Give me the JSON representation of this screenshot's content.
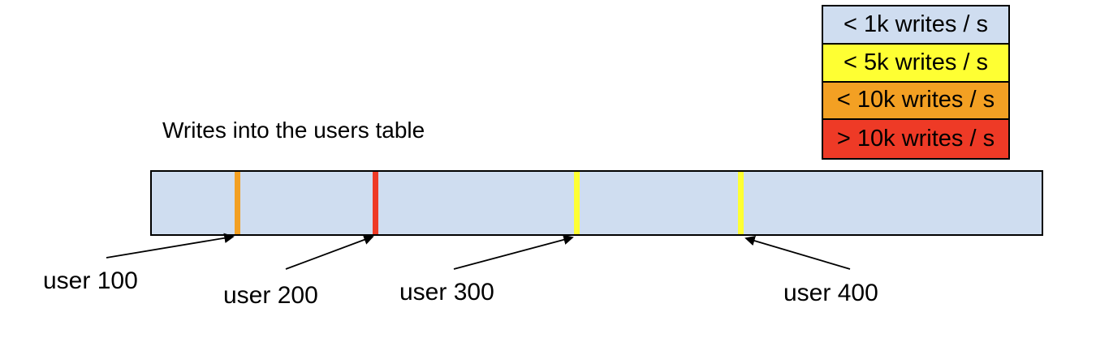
{
  "title": "Writes into the users table",
  "legend": {
    "items": [
      {
        "label": "< 1k writes / s",
        "color": "#cfddf0"
      },
      {
        "label": "< 5k writes / s",
        "color": "#feff33"
      },
      {
        "label": "< 10k writes / s",
        "color": "#f3a023"
      },
      {
        "label": "> 10k writes / s",
        "color": "#ee3a26"
      }
    ]
  },
  "table": {
    "fill_color": "#cfddf0",
    "fill_rate": "< 1k writes / s",
    "hotspots": [
      {
        "label": "user 100",
        "color": "#f3a023",
        "rate": "< 10k writes / s"
      },
      {
        "label": "user 200",
        "color": "#ee3a26",
        "rate": "> 10k writes / s"
      },
      {
        "label": "user 300",
        "color": "#feff33",
        "rate": "< 5k writes / s"
      },
      {
        "label": "user 400",
        "color": "#feff33",
        "rate": "< 5k writes / s"
      }
    ]
  }
}
